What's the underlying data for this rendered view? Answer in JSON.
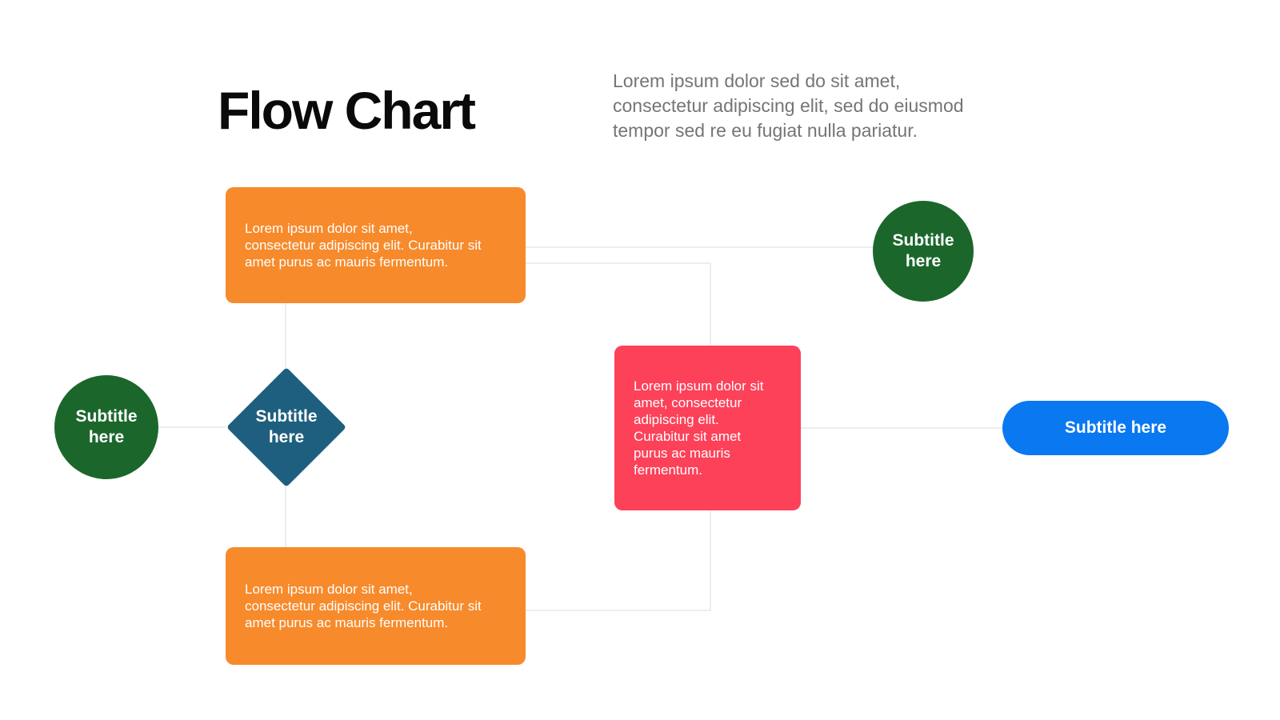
{
  "header": {
    "title": "Flow Chart",
    "description": "Lorem ipsum dolor sed do sit amet,\nconsectetur adipiscing elit, sed do eiusmod\ntempor sed re eu fugiat nulla pariatur."
  },
  "colors": {
    "orange_box": "#f78a2b",
    "green_circle": "#1b672b",
    "teal_diamond": "#1e5f7f",
    "red_box": "#fd4159",
    "blue_pill": "#0a78f0",
    "connector_line": "#ededed",
    "title_text": "#0a0a0a",
    "description_text": "#757575",
    "node_text": "#ffffff"
  },
  "nodes": {
    "process_top": {
      "shape": "rounded-rect",
      "text": "Lorem ipsum dolor sit amet,\nconsectetur adipiscing elit. Curabitur sit\namet purus ac mauris fermentum."
    },
    "terminal_top_right": {
      "shape": "circle",
      "text": "Subtitle here"
    },
    "start_left": {
      "shape": "circle",
      "text": "Subtitle here"
    },
    "decision": {
      "shape": "diamond",
      "text": "Subtitle here"
    },
    "process_center": {
      "shape": "rounded-rect",
      "text": "Lorem ipsum dolor sit\namet, consectetur\nadipiscing elit.\nCurabitur sit amet\npurus ac mauris\nfermentum."
    },
    "subtitle_pill": {
      "shape": "pill",
      "text": "Subtitle here"
    },
    "process_bottom": {
      "shape": "rounded-rect",
      "text": "Lorem ipsum dolor sit amet,\nconsectetur adipiscing elit. Curabitur sit\namet purus ac mauris fermentum."
    }
  }
}
